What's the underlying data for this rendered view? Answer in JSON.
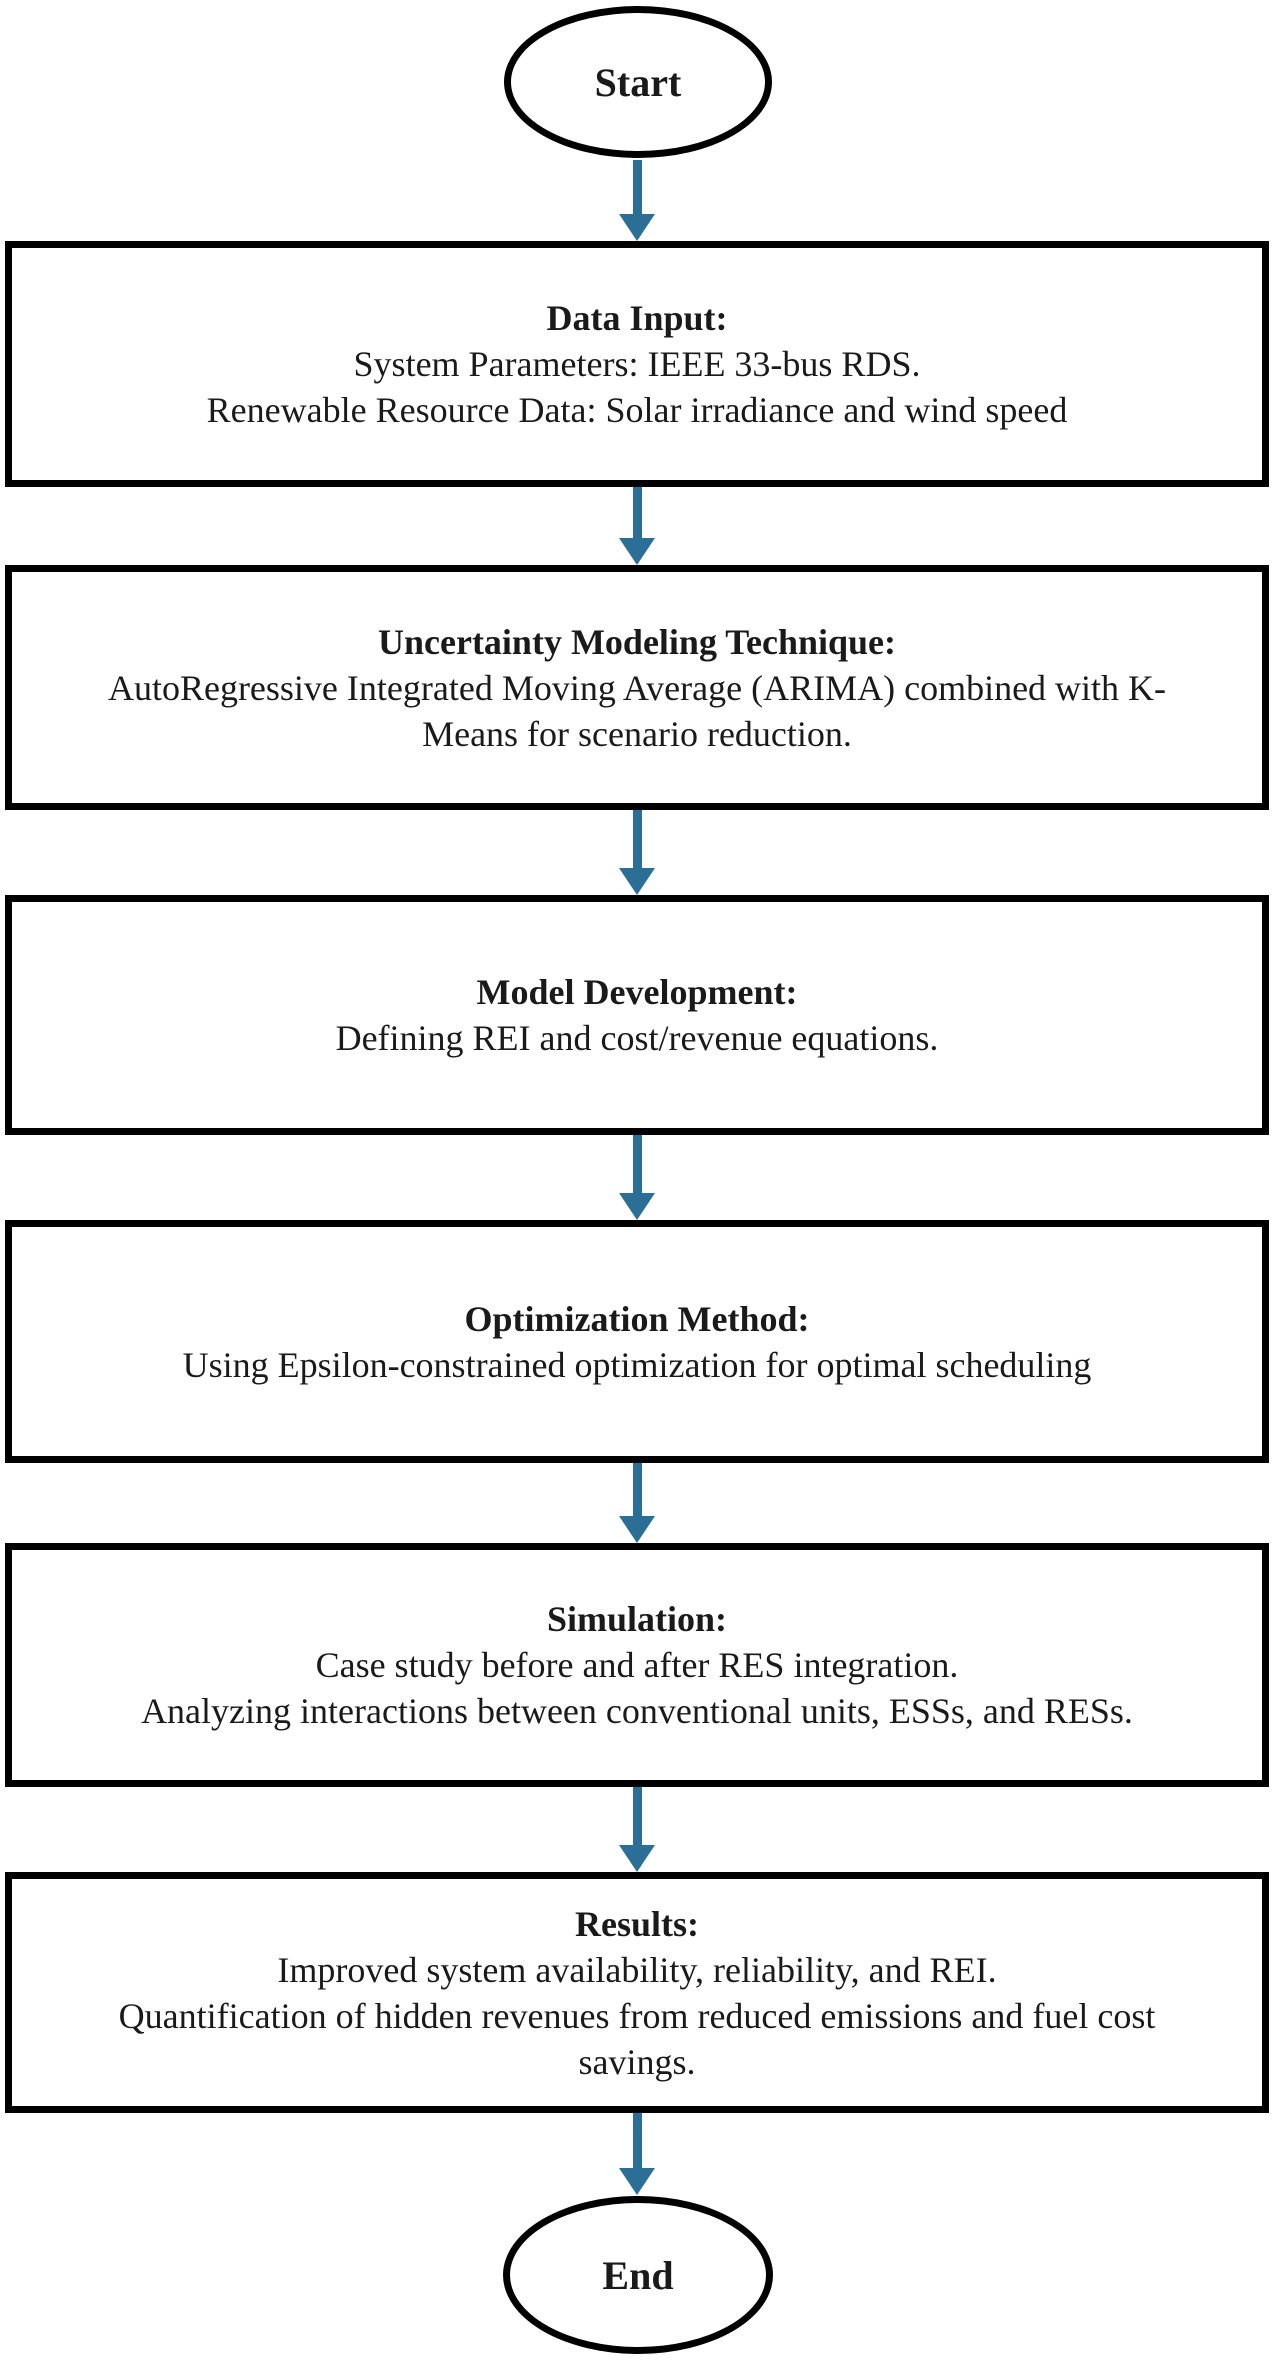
{
  "flowchart": {
    "colors": {
      "arrow": "#2B6F96",
      "shape_border": "#000000",
      "text": "#1a1a1a",
      "background": "#ffffff"
    },
    "start_label": "Start",
    "end_label": "End",
    "steps": [
      {
        "title": "Data Input:",
        "lines": [
          "System Parameters: IEEE 33-bus RDS.",
          "Renewable Resource Data: Solar irradiance and wind speed"
        ]
      },
      {
        "title": "Uncertainty Modeling Technique:",
        "lines": [
          "AutoRegressive Integrated Moving Average (ARIMA) combined with K-",
          "Means for scenario reduction."
        ]
      },
      {
        "title": "Model Development:",
        "lines": [
          "Defining REI and cost/revenue equations."
        ]
      },
      {
        "title": "Optimization Method:",
        "lines": [
          "Using Epsilon-constrained optimization for optimal scheduling"
        ]
      },
      {
        "title": "Simulation:",
        "lines": [
          "Case study before and after RES integration.",
          "Analyzing interactions between conventional units, ESSs, and RESs."
        ]
      },
      {
        "title": "Results:",
        "lines": [
          "Improved system availability, reliability, and REI.",
          "Quantification of hidden revenues from reduced emissions and fuel cost",
          "savings."
        ]
      }
    ]
  }
}
